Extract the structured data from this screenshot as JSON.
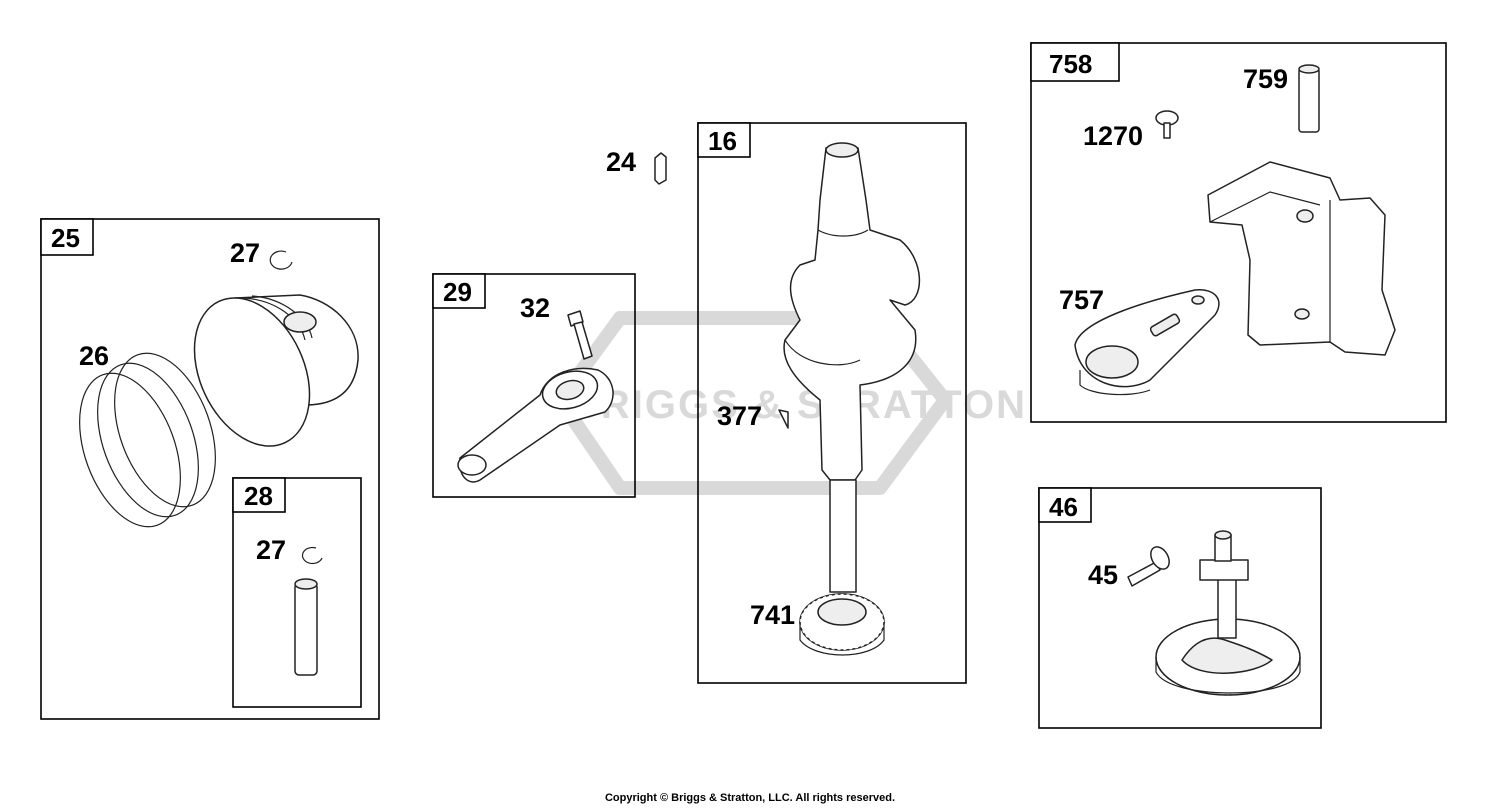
{
  "watermark": {
    "text": "BRIGGS & STRATTON"
  },
  "boxes": {
    "piston_assembly": {
      "label": "25"
    },
    "piston_pin_assembly": {
      "label": "28"
    },
    "connecting_rod_assembly": {
      "label": "29"
    },
    "crankshaft_assembly": {
      "label": "16"
    },
    "counterweight_assembly": {
      "label": "758"
    },
    "camshaft_assembly": {
      "label": "46"
    }
  },
  "callouts": {
    "ring_set": "26",
    "retainer_top": "27",
    "retainer_pin": "27",
    "screw": "32",
    "key": "24",
    "key_377": "377",
    "timing_gear": "741",
    "pin_759": "759",
    "pin_1270": "1270",
    "link_757": "757",
    "tappet": "45"
  },
  "footer": {
    "copyright": "Copyright © Briggs & Stratton, LLC. All rights reserved."
  }
}
